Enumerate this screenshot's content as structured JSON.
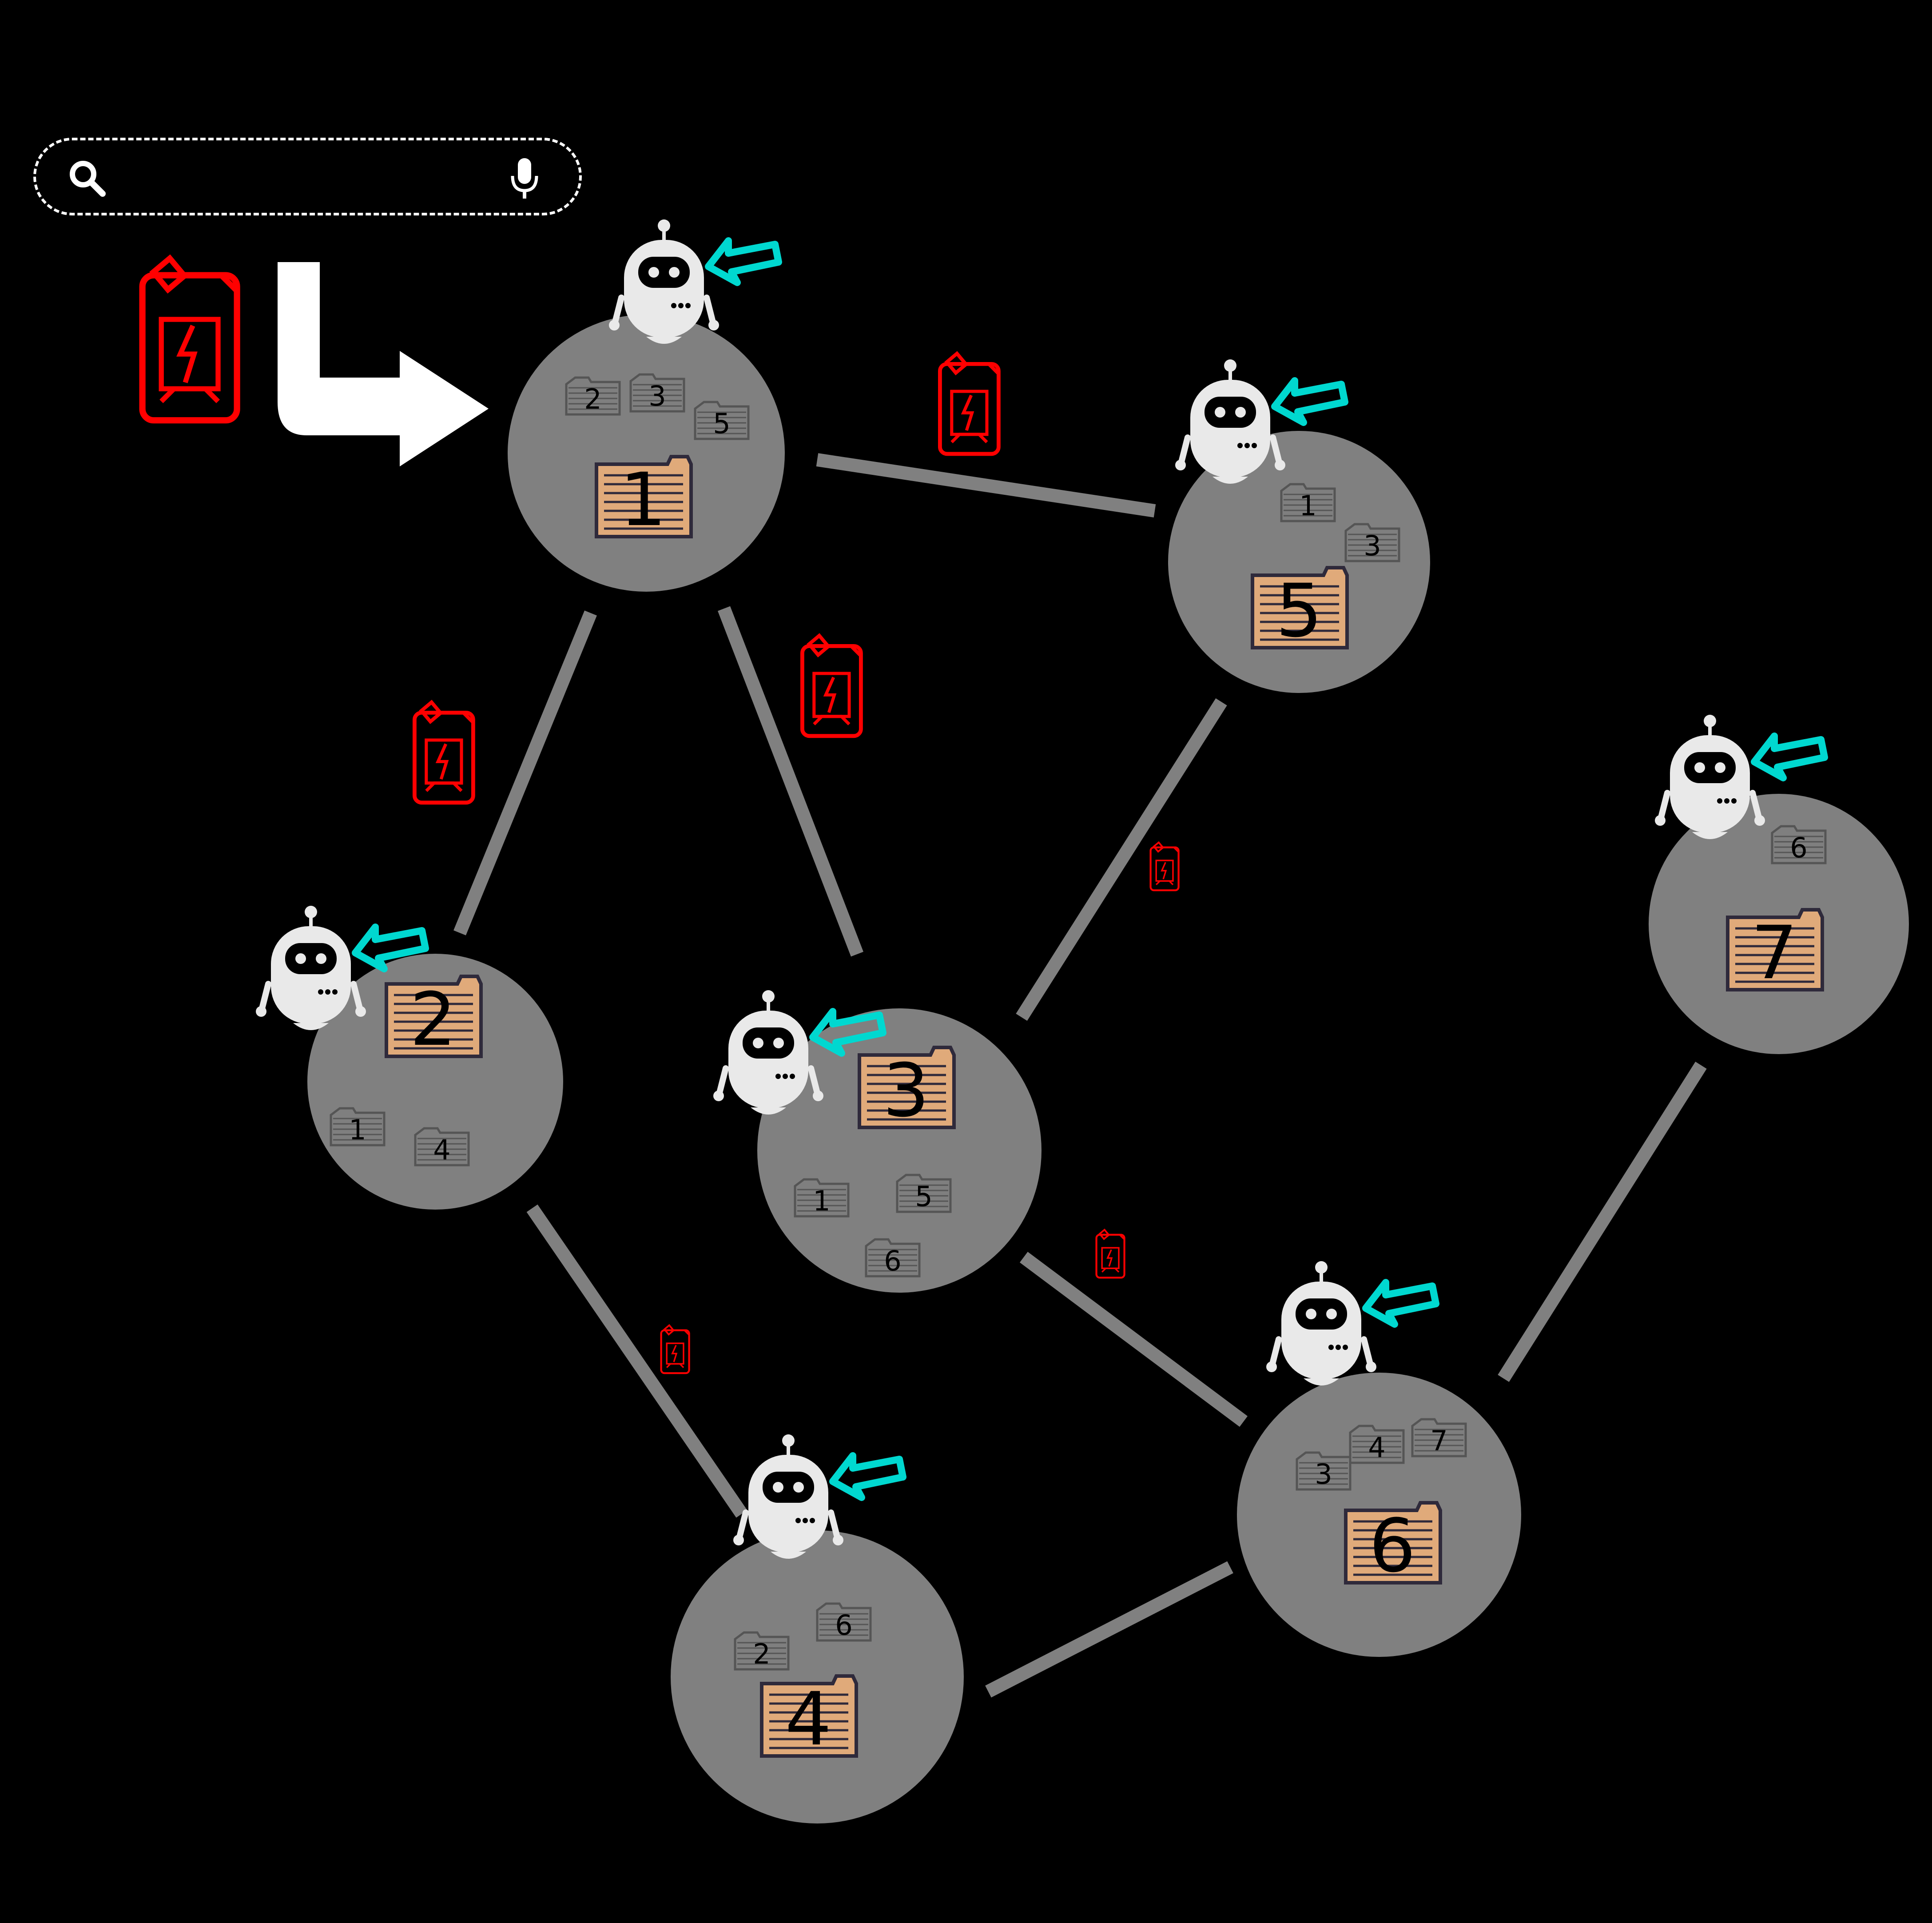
{
  "search": {
    "placeholder": "",
    "value": ""
  },
  "colors": {
    "background": "#000000",
    "node": "#808080",
    "edge": "#808080",
    "fuel": "#ff0000",
    "arrow": "#00d8d0",
    "robot": "#e9e9e9",
    "folder": "#e0aa7a"
  },
  "icons": {
    "search": "search-icon",
    "mic": "microphone-icon",
    "fuel": "fuel-can-icon",
    "robot": "robot-icon",
    "pointer": "pointer-arrow-icon",
    "folder": "folder-icon",
    "file": "file-icon",
    "start": "turn-arrow-icon"
  },
  "start": {
    "node": "1"
  },
  "nodes": [
    {
      "id": "1",
      "label": "1",
      "files": [
        "2",
        "3",
        "5"
      ]
    },
    {
      "id": "2",
      "label": "2",
      "files": [
        "1",
        "4"
      ]
    },
    {
      "id": "3",
      "label": "3",
      "files": [
        "1",
        "5",
        "6"
      ]
    },
    {
      "id": "4",
      "label": "4",
      "files": [
        "2",
        "6"
      ]
    },
    {
      "id": "5",
      "label": "5",
      "files": [
        "1",
        "3"
      ]
    },
    {
      "id": "6",
      "label": "6",
      "files": [
        "3",
        "4",
        "7"
      ]
    },
    {
      "id": "7",
      "label": "7",
      "files": [
        "6"
      ]
    }
  ],
  "edges": [
    {
      "from": "1",
      "to": "5",
      "fuel": "large"
    },
    {
      "from": "1",
      "to": "2",
      "fuel": "large"
    },
    {
      "from": "1",
      "to": "3",
      "fuel": "large"
    },
    {
      "from": "5",
      "to": "3",
      "fuel": "small"
    },
    {
      "from": "2",
      "to": "4",
      "fuel": "small"
    },
    {
      "from": "3",
      "to": "6",
      "fuel": "small"
    },
    {
      "from": "4",
      "to": "6",
      "fuel": "none"
    },
    {
      "from": "6",
      "to": "7",
      "fuel": "none"
    }
  ]
}
